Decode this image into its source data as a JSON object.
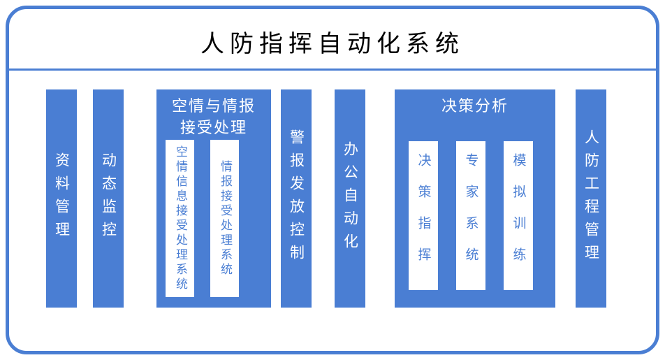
{
  "title": "人防指挥自动化系统",
  "colors": {
    "primary_blue": "#4a7ed3",
    "box_fill": "#4a7ed3",
    "inner_box_fill": "#ffffff",
    "text_on_blue": "#ffffff",
    "title_text": "#000000"
  },
  "blocks": {
    "data_management": {
      "label": "资料管理"
    },
    "dynamic_monitoring": {
      "label": "动态监控"
    },
    "air_intel": {
      "header": "空情与情报\n接受处理",
      "items": [
        {
          "label": "空情信息接受处理系统"
        },
        {
          "label": "情报接受处理系统"
        }
      ]
    },
    "alarm_control": {
      "label": "警报发放控制"
    },
    "office_automation": {
      "label": "办公自动化"
    },
    "decision_analysis": {
      "header": "决策分析",
      "items": [
        {
          "label": "决策指挥"
        },
        {
          "label": "专家系统"
        },
        {
          "label": "模拟训练"
        }
      ]
    },
    "engineering_management": {
      "label": "人防工程管理"
    }
  }
}
